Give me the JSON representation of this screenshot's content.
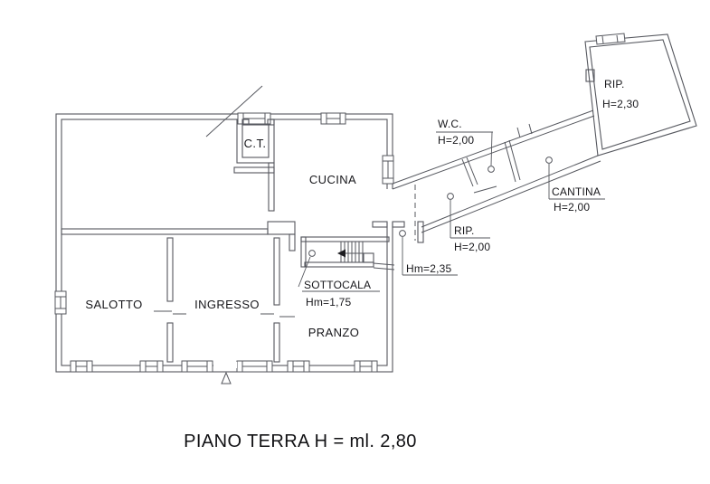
{
  "plan": {
    "title": "PIANO TERRA H = ml. 2,80",
    "rooms": {
      "salotto": {
        "label": "SALOTTO"
      },
      "ingresso": {
        "label": "INGRESSO"
      },
      "pranzo": {
        "label": "PRANZO"
      },
      "cucina": {
        "label": "CUCINA"
      },
      "ct": {
        "label": "C.T."
      },
      "sottoscala": {
        "label": "SOTTOCALA",
        "height": "Hm=1,75"
      },
      "wc": {
        "label": "W.C.",
        "height": "H=2,00"
      },
      "rip_corridoio": {
        "label": "RIP.",
        "height": "H=2,00"
      },
      "cantina": {
        "label": "CANTINA",
        "height": "H=2,00"
      },
      "rip_esterno": {
        "label": "RIP.",
        "height": "H=2,30"
      },
      "vano_scala_esterno": {
        "label": "Hm=2,35"
      }
    },
    "colors": {
      "line": "#55575e",
      "text": "#17171b",
      "background": "#ffffff"
    }
  }
}
